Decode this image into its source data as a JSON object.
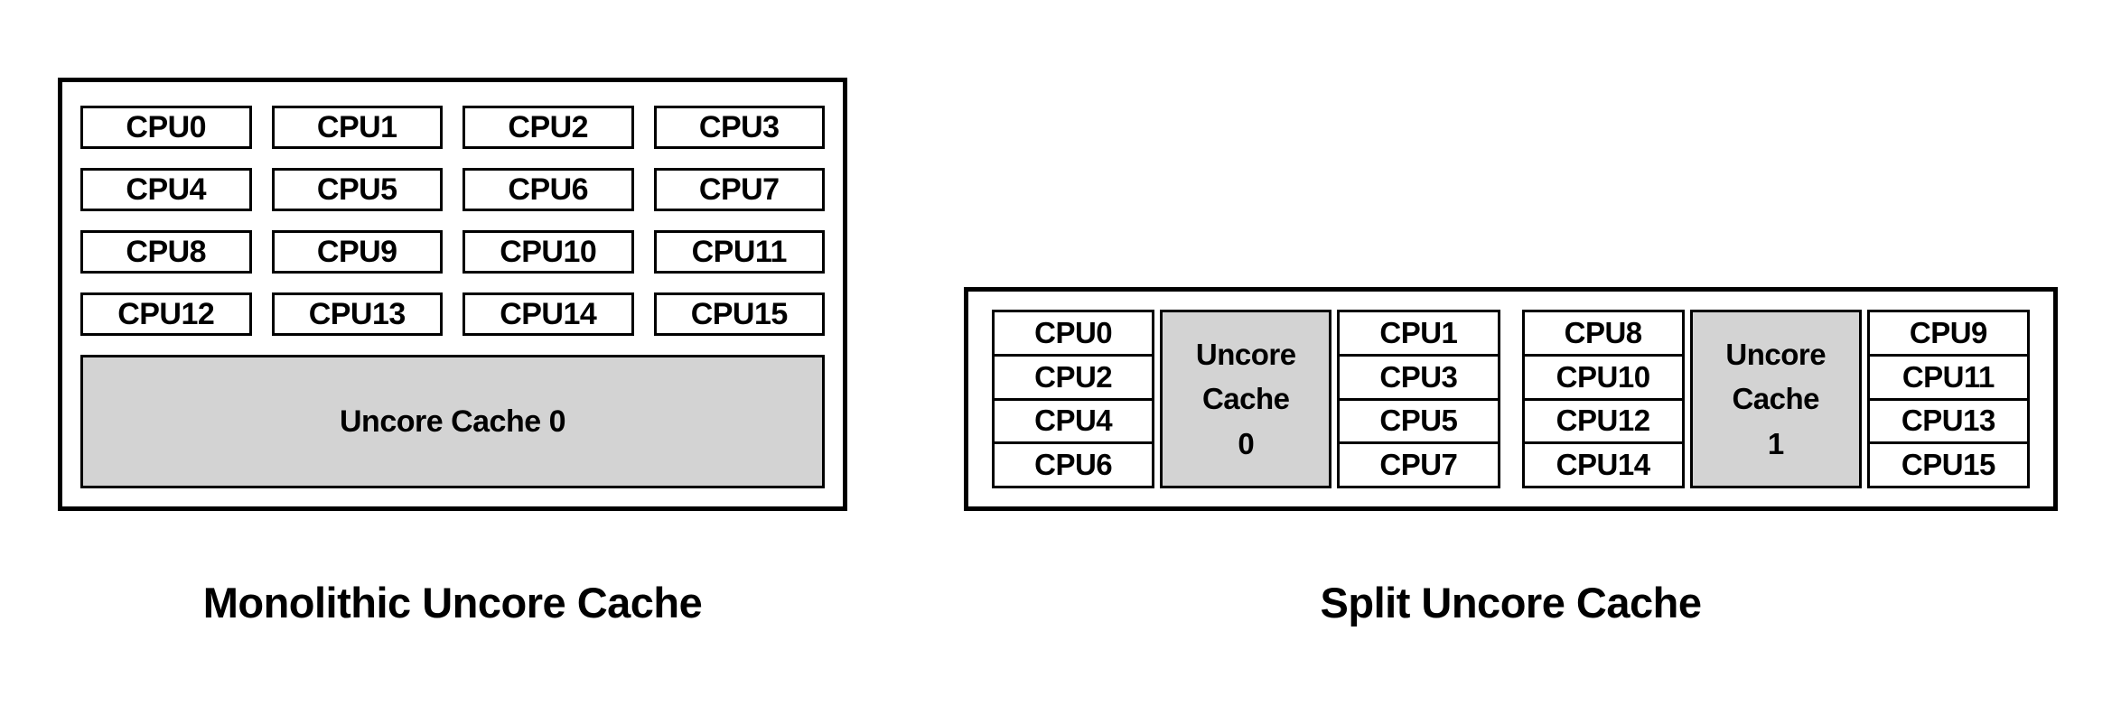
{
  "colors": {
    "background": "#ffffff",
    "border": "#000000",
    "cache_fill": "#d3d3d3",
    "text": "#000000"
  },
  "monolithic": {
    "caption": "Monolithic Uncore Cache",
    "cpus": [
      "CPU0",
      "CPU1",
      "CPU2",
      "CPU3",
      "CPU4",
      "CPU5",
      "CPU6",
      "CPU7",
      "CPU8",
      "CPU9",
      "CPU10",
      "CPU11",
      "CPU12",
      "CPU13",
      "CPU14",
      "CPU15"
    ],
    "cache_label": "Uncore Cache 0"
  },
  "split": {
    "caption": "Split Uncore Cache",
    "clusters": [
      {
        "left_cpus": [
          "CPU0",
          "CPU2",
          "CPU4",
          "CPU6"
        ],
        "cache_label": "Uncore\nCache\n0",
        "right_cpus": [
          "CPU1",
          "CPU3",
          "CPU5",
          "CPU7"
        ]
      },
      {
        "left_cpus": [
          "CPU8",
          "CPU10",
          "CPU12",
          "CPU14"
        ],
        "cache_label": "Uncore\nCache\n1",
        "right_cpus": [
          "CPU9",
          "CPU11",
          "CPU13",
          "CPU15"
        ]
      }
    ]
  }
}
